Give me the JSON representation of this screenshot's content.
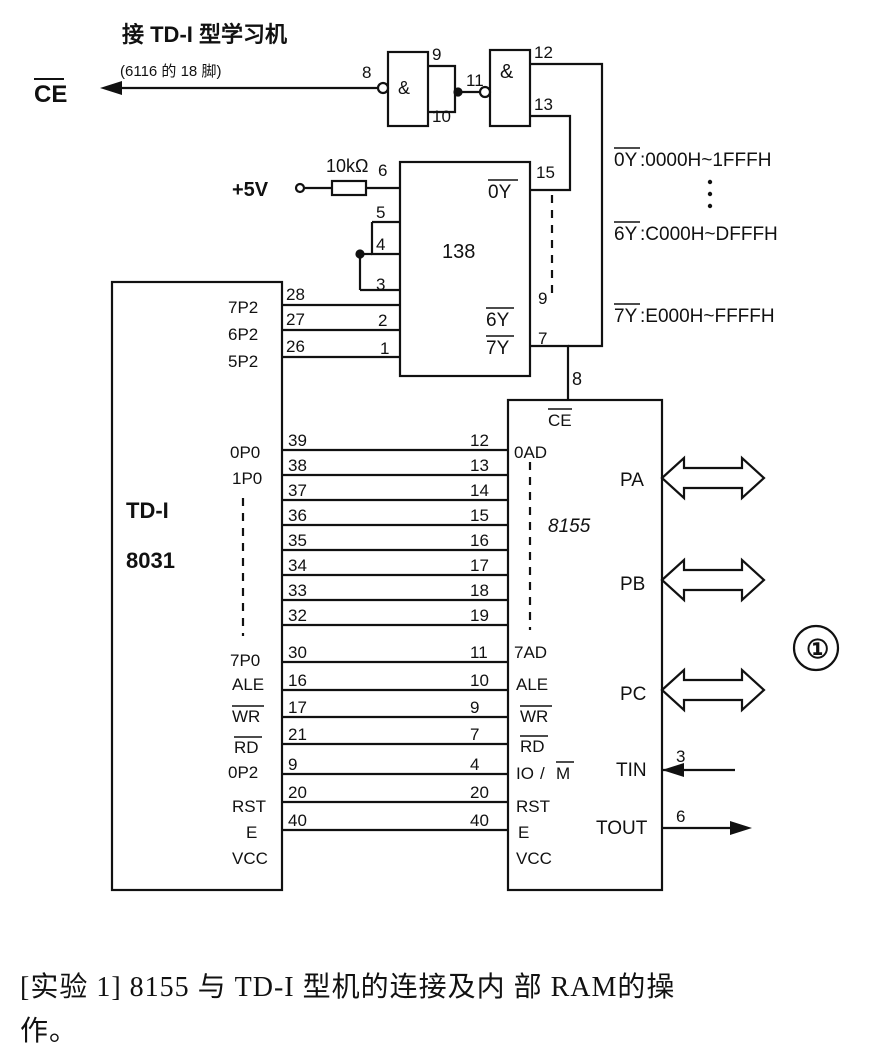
{
  "header": {
    "title": "接 TD-I 型学习机",
    "subtitle": "(6116 的 18 脚)",
    "ce_output": "CE"
  },
  "gates": {
    "gate1_symbol": "&",
    "gate2_symbol": "&",
    "pins": {
      "p8": "8",
      "p9": "9",
      "p10": "10",
      "p11": "11",
      "p12": "12",
      "p13": "13"
    }
  },
  "decoder": {
    "name": "138",
    "resistor_value": "10kΩ",
    "supply": "+5V",
    "out0": "0Y",
    "out6": "6Y",
    "out7": "7Y",
    "pins": {
      "p1": "1",
      "p2": "2",
      "p3": "3",
      "p4": "4",
      "p5": "5",
      "p6": "6",
      "p7": "7",
      "p9": "9",
      "p15": "15"
    }
  },
  "address_map": {
    "y0": "0Y",
    "y0_range": ":0000H~1FFFH",
    "y6": "6Y",
    "y6_range": ":C000H~DFFFH",
    "y7": "7Y",
    "y7_range": ":E000H~FFFFH"
  },
  "cpu": {
    "name_line1": "TD-I",
    "name_line2": "8031",
    "port2_labels": [
      "7P2",
      "6P2",
      "5P2"
    ],
    "port2_pins": [
      "28",
      "27",
      "26"
    ],
    "labels": {
      "p00": "0P0",
      "p01": "1P0",
      "p07": "7P0",
      "ale": "ALE",
      "wr": "WR",
      "rd": "RD",
      "p02": "0P2",
      "rst": "RST",
      "e": "E",
      "vcc": "VCC"
    },
    "bus_pins": [
      "39",
      "38",
      "37",
      "36",
      "35",
      "34",
      "33",
      "32",
      "30",
      "16",
      "17",
      "21",
      "9",
      "20",
      "40"
    ]
  },
  "chip8155": {
    "name": "8155",
    "ce": "CE",
    "ce_pin": "8",
    "labels": {
      "ad0": "0AD",
      "ad7": "7AD",
      "ale": "ALE",
      "wr": "WR",
      "rd": "RD",
      "io": "IO",
      "m": "M",
      "rst": "RST",
      "e": "E",
      "vcc": "VCC"
    },
    "bus_pins": [
      "12",
      "13",
      "14",
      "15",
      "16",
      "17",
      "18",
      "19",
      "11",
      "10",
      "9",
      "7",
      "4",
      "20",
      "40"
    ],
    "pa": "PA",
    "pb": "PB",
    "pc": "PC",
    "tin": "TIN",
    "tin_pin": "3",
    "tout": "TOUT",
    "tout_pin": "6"
  },
  "figure_marker": "①",
  "caption": {
    "line1": "[实验 1]  8155 与 TD-I 型机的连接及内 部 RAM的操",
    "line2": "作。"
  }
}
